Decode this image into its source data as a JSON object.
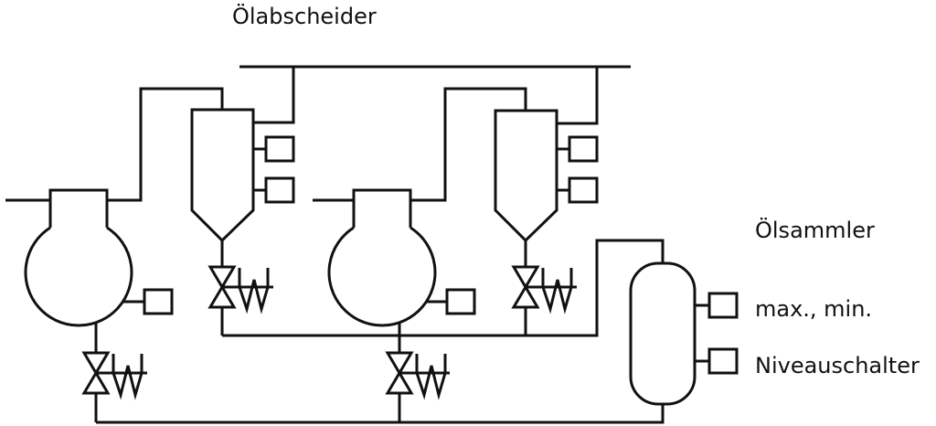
{
  "labels": {
    "oil_separator": "Ölabscheider",
    "oil_collector": "Ölsammler",
    "max_min": "max., min.",
    "level_switch": "Niveauschalter"
  },
  "components": {
    "compressors": 2,
    "oil_separators": 2,
    "oil_collectors": 1,
    "valves": 4,
    "sensor_boxes": 8
  },
  "colors": {
    "line": "#111111",
    "background": "#ffffff"
  }
}
